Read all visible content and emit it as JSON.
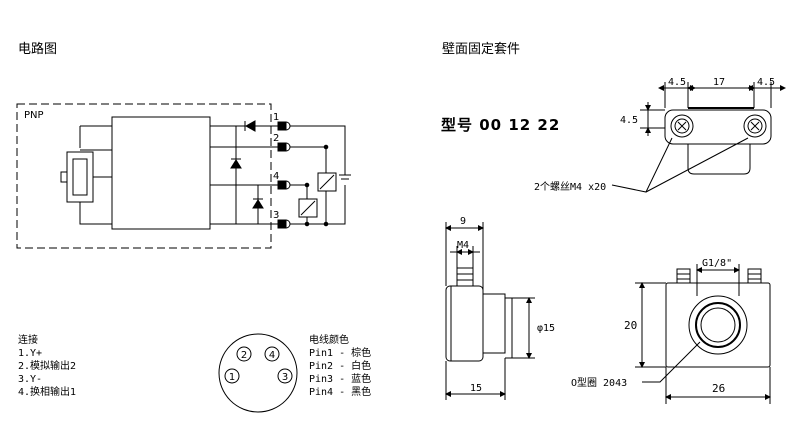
{
  "headings": {
    "circuit": "电路图",
    "wall_mount": "壁面固定套件"
  },
  "circuit": {
    "type_label": "PNP",
    "pin_numbers": [
      "1",
      "2",
      "4",
      "3"
    ]
  },
  "model": {
    "label": "型号 00 12 22"
  },
  "connections": {
    "title": "连接",
    "items": [
      "1.Y+",
      "2.模拟输出2",
      "3.Y-",
      "4.换相输出1"
    ]
  },
  "connector": {
    "pins": [
      "2",
      "4",
      "1",
      "3"
    ]
  },
  "wire_colors": {
    "title": "电线颜色",
    "items": [
      "Pin1 - 棕色",
      "Pin2 - 白色",
      "Pin3 - 蓝色",
      "Pin4 - 黑色"
    ]
  },
  "dimensions": {
    "top_left": "4.5",
    "top_mid": "17",
    "top_right": "4.5",
    "side": "4.5",
    "screw_note": "2个螺丝M4 x20",
    "width_9": "9",
    "thread_m4": "M4",
    "diameter": "φ15",
    "depth_15": "15",
    "thread_g": "G1/8\"",
    "height_20": "20",
    "oring_note": "O型圈 2043",
    "width_26": "26"
  }
}
